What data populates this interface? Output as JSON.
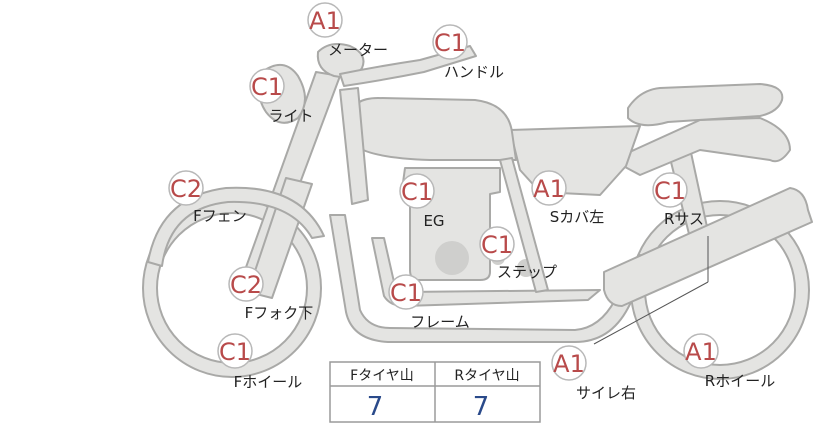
{
  "colors": {
    "rating": "#b84a4a",
    "tread_value": "#2a4a8a",
    "part_fill": "#e4e4e2",
    "part_stroke": "#a9a9a7"
  },
  "parts": [
    {
      "id": "meter",
      "code": "A1",
      "label": "メーター"
    },
    {
      "id": "handle",
      "code": "C1",
      "label": "ハンドル"
    },
    {
      "id": "light",
      "code": "C1",
      "label": "ライト"
    },
    {
      "id": "f-fender",
      "code": "C2",
      "label": "Fフェン"
    },
    {
      "id": "engine",
      "code": "C1",
      "label": "EG"
    },
    {
      "id": "s-cover",
      "code": "A1",
      "label": "Sカバ左"
    },
    {
      "id": "r-suspension",
      "code": "C1",
      "label": "Rサス"
    },
    {
      "id": "step",
      "code": "C1",
      "label": "ステップ"
    },
    {
      "id": "f-fork",
      "code": "C2",
      "label": "Fフォク下"
    },
    {
      "id": "frame",
      "code": "C1",
      "label": "フレーム"
    },
    {
      "id": "f-wheel",
      "code": "C1",
      "label": "Fホイール"
    },
    {
      "id": "silencer",
      "code": "A1",
      "label": "サイレ右"
    },
    {
      "id": "r-wheel",
      "code": "A1",
      "label": "Rホイール"
    }
  ],
  "tread": {
    "headers": [
      "Fタイヤ山",
      "Rタイヤ山"
    ],
    "values": [
      "7",
      "7"
    ]
  }
}
